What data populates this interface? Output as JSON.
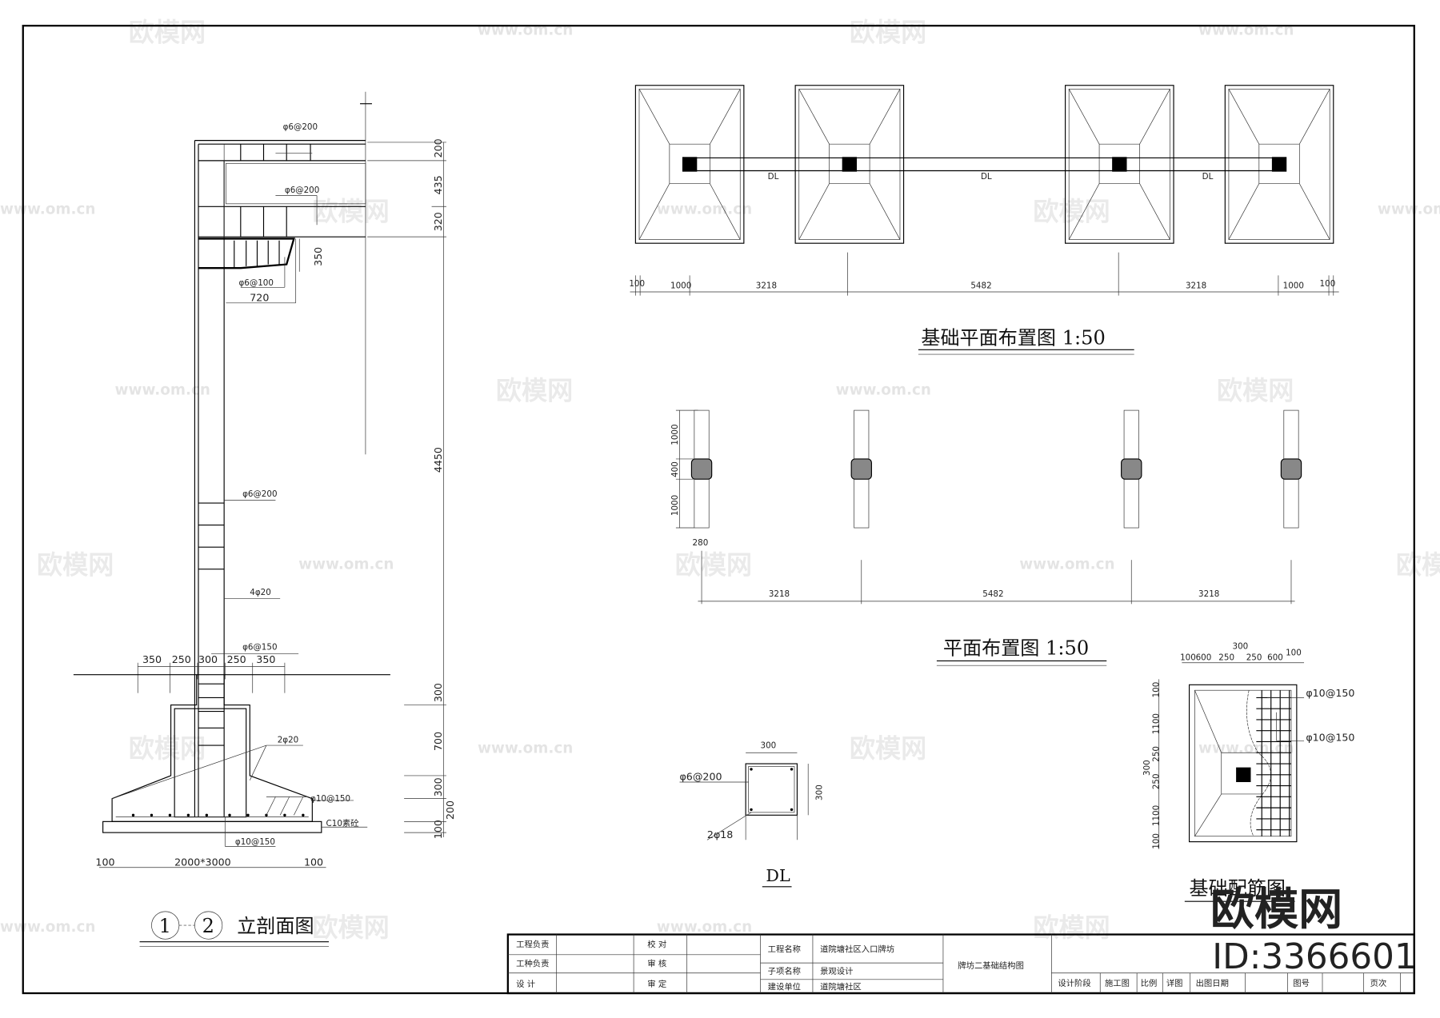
{
  "elevation": {
    "title_circle_1": "1",
    "title_circle_2": "2",
    "title": "立剖面图",
    "rebar_top": "φ6@200",
    "rebar_mid": "φ6@200",
    "rebar_haunch": "φ6@100",
    "dim_720": "720",
    "dim_350": "350",
    "rebar_column": "φ6@200",
    "rebar_main": "4φ20",
    "rebar_pedestal": "φ6@150",
    "bottom_widths": [
      "350",
      "250",
      "300",
      "250",
      "350"
    ],
    "rebar_2phi20": "2φ20",
    "rebar_base_top": "φ10@150",
    "rebar_base_bottom": "φ10@150",
    "blinding": "C10素砼",
    "dim_left": "100",
    "dim_footing": "2000*3000",
    "dim_right": "100",
    "right_dims": [
      "200",
      "435",
      "320",
      "4450",
      "300",
      "700",
      "300",
      "200",
      "100"
    ]
  },
  "foundation_plan": {
    "title": "基础平面布置图 1:50",
    "beam_labels": [
      "DL",
      "DL",
      "DL"
    ],
    "dims": [
      "100",
      "1000",
      "3218",
      "5482",
      "3218",
      "1000",
      "100"
    ]
  },
  "plan_layout": {
    "title": "平面布置图 1:50",
    "side_dims": [
      "1000",
      "400",
      "1000"
    ],
    "width_dim": "280",
    "dims": [
      "3218",
      "5482",
      "3218"
    ]
  },
  "beam_section": {
    "title": "DL",
    "width": "300",
    "height": "300",
    "stirrup": "φ6@200",
    "bars": "2φ18"
  },
  "footing_rebar": {
    "title": "基础配筋图",
    "top_dims": [
      "100",
      "600",
      "250",
      "250",
      "600",
      "100"
    ],
    "top_dim_center": "300",
    "side_dims": [
      "100",
      "1100",
      "250",
      "250",
      "1100",
      "100"
    ],
    "side_dim_center": "300",
    "rebar_1": "φ10@150",
    "rebar_2": "φ10@150"
  },
  "title_block": {
    "r1": [
      "工程负责",
      "校 对"
    ],
    "r2": [
      "工种负责",
      "审 核"
    ],
    "r3": [
      "设 计",
      "审 定"
    ],
    "project_name_label": "工程名称",
    "project_name": "道院塘社区入口牌坊",
    "sub_label": "子项名称",
    "sub_value": "景观设计",
    "client_label": "建设单位",
    "client_value": "道院塘社区",
    "drawing_name": "牌坊二基础结构图",
    "footer": [
      "设计阶段",
      "施工图",
      "比例",
      "详图",
      "出图日期",
      "图号",
      "页次"
    ]
  },
  "watermark": {
    "logo": "欧模网",
    "url": "www.om.cn",
    "id": "ID:3366601"
  }
}
